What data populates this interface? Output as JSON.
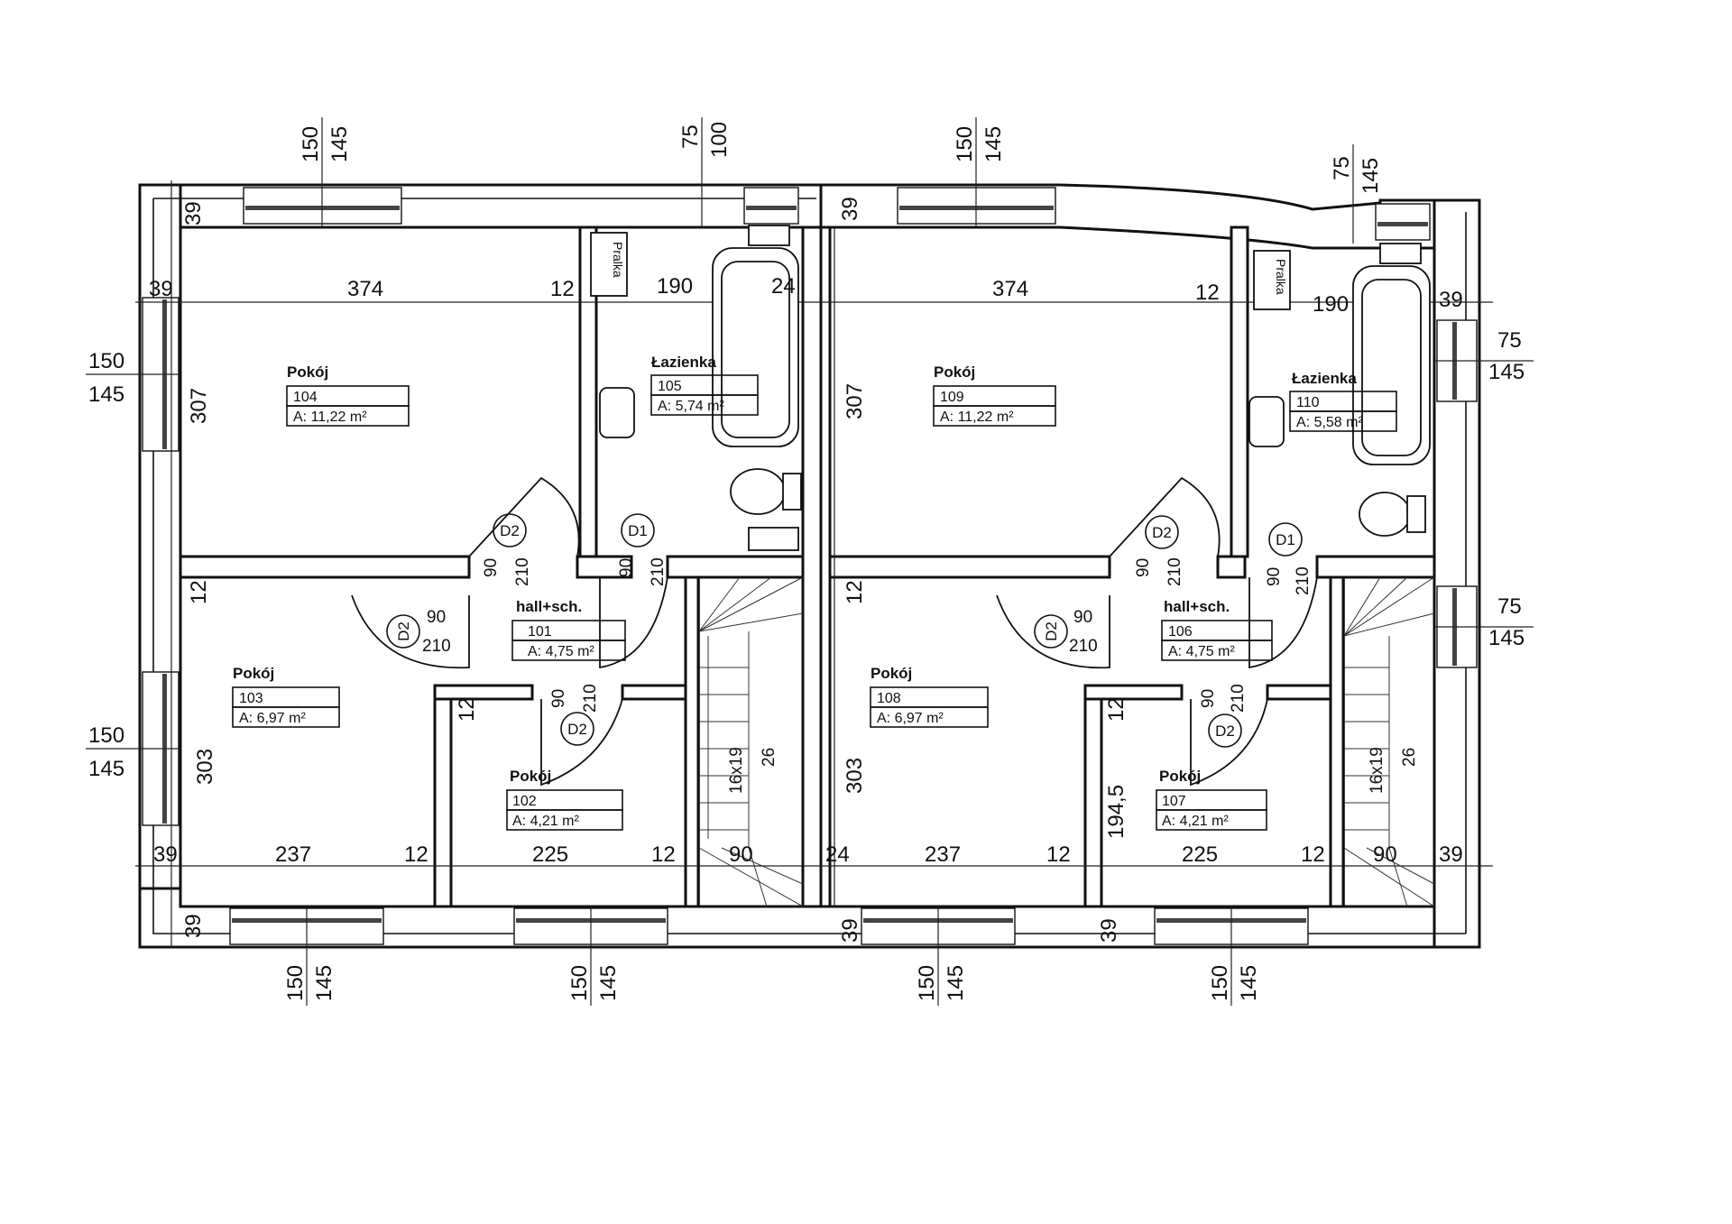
{
  "rooms": [
    {
      "name": "Pokój",
      "number": "104",
      "area": "A: 11,22 m²"
    },
    {
      "name": "Łazienka",
      "number": "105",
      "area": "A: 5,74 m²"
    },
    {
      "name": "Pokój",
      "number": "103",
      "area": "A: 6,97 m²"
    },
    {
      "name": "hall+sch.",
      "number": "101",
      "area": "A: 4,75 m²"
    },
    {
      "name": "Pokój",
      "number": "102",
      "area": "A: 4,21 m²"
    },
    {
      "name": "Pokój",
      "number": "109",
      "area": "A: 11,22 m²"
    },
    {
      "name": "Łazienka",
      "number": "110",
      "area": "A: 5,58 m²"
    },
    {
      "name": "Pokój",
      "number": "108",
      "area": "A: 6,97 m²"
    },
    {
      "name": "hall+sch.",
      "number": "106",
      "area": "A: 4,75 m²"
    },
    {
      "name": "Pokój",
      "number": "107",
      "area": "A: 4,21 m²"
    }
  ],
  "doors": [
    {
      "tag": "D2",
      "width": "90",
      "height": "210"
    },
    {
      "tag": "D1",
      "width": "90",
      "height": "210"
    },
    {
      "tag": "D2",
      "width": "90",
      "height": "210"
    },
    {
      "tag": "D2",
      "width": "90",
      "height": "210"
    },
    {
      "tag": "D2",
      "width": "90",
      "height": "210"
    },
    {
      "tag": "D1",
      "width": "90",
      "height": "210"
    },
    {
      "tag": "D2",
      "width": "90",
      "height": "210"
    },
    {
      "tag": "D2",
      "width": "90",
      "height": "210"
    }
  ],
  "appliances": {
    "washer_left": "Pralka",
    "washer_right": "Pralka"
  },
  "stairs": {
    "left": {
      "steps": "16x19",
      "run": "26"
    },
    "right": {
      "steps": "16x19",
      "run": "26"
    }
  },
  "dimensions": {
    "top_interior_left": [
      "39",
      "374",
      "12",
      "190",
      "24"
    ],
    "top_interior_right": [
      "374",
      "12",
      "190",
      "39"
    ],
    "bottom_interior": [
      "39",
      "237",
      "12",
      "225",
      "12",
      "90",
      "24",
      "237",
      "12",
      "225",
      "12",
      "90",
      "39"
    ],
    "wall_39": [
      "39",
      "39",
      "39",
      "39",
      "39",
      "39"
    ],
    "vertical": [
      "307",
      "12",
      "303",
      "307",
      "12",
      "303",
      "12",
      "12",
      "194,5"
    ],
    "window_top": [
      {
        "width": "150",
        "height": "145"
      },
      {
        "width": "75",
        "height": "100"
      },
      {
        "width": "150",
        "height": "145"
      },
      {
        "width": "75",
        "height": "145"
      }
    ],
    "window_bottom": [
      {
        "width": "150",
        "height": "145"
      },
      {
        "width": "150",
        "height": "145"
      },
      {
        "width": "150",
        "height": "145"
      },
      {
        "width": "150",
        "height": "145"
      }
    ],
    "window_left": [
      {
        "width": "150",
        "height": "145"
      },
      {
        "width": "150",
        "height": "145"
      }
    ],
    "window_right": [
      {
        "width": "75",
        "height": "145"
      },
      {
        "width": "75",
        "height": "145"
      }
    ]
  }
}
